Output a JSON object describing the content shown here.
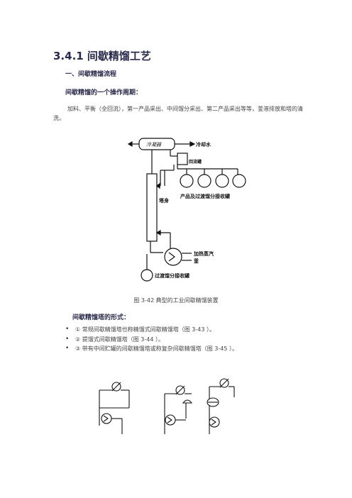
{
  "section": {
    "title": "3.4.1  间歇精馏工艺"
  },
  "subsection": {
    "title": "一、间歇精馏流程"
  },
  "cycle": {
    "heading": "间歇精馏的一个操作周期：",
    "text": "加料、平衡（全回流），第一产品采出、中间馏分采出、第二产品采出等等，釜液排放和塔的清洗。"
  },
  "figure": {
    "labels": {
      "condenser": "冷凝器",
      "cooling_water": "冷却水",
      "reflux_drum": "回流罐",
      "receivers": "产品及过渡馏分接收罐",
      "column": "塔身",
      "steam": "加热蒸汽",
      "kettle": "釜",
      "bottom_receiver": "过渡馏分接收罐"
    },
    "caption": "图  3-42  典型的工业间歇精馏装置"
  },
  "forms": {
    "heading": "间歇精馏塔的形式：",
    "items": [
      "①  常规间歇精馏塔也称精馏式间歇精馏塔（图  3-43  ）。",
      "②  提馏式间歇精馏塔（图  3-44  ）。",
      "③  带有中间贮罐的间歇精馏塔或称复杂间歇精馏塔（图  3-45  ）。"
    ]
  }
}
